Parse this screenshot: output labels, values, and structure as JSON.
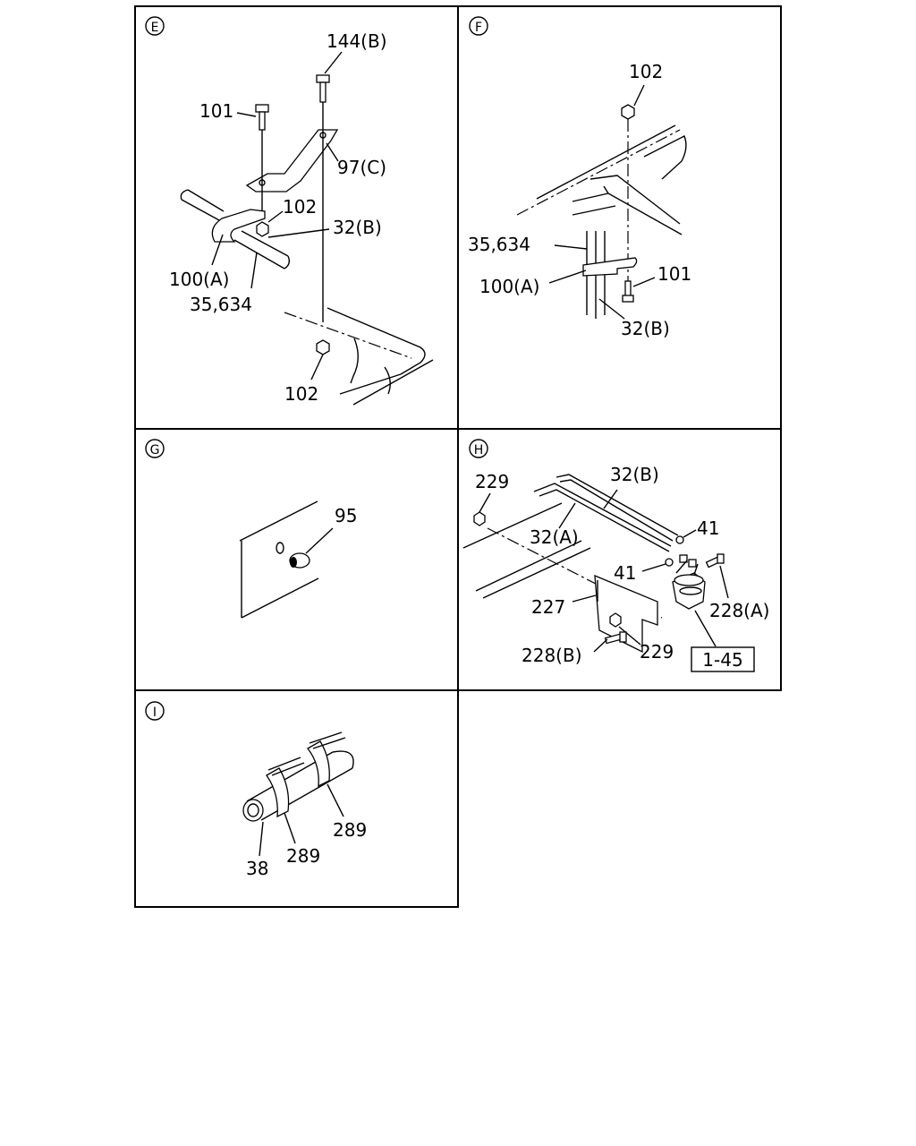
{
  "panels": {
    "E": {
      "marker": "E",
      "labels": {
        "bolt_144b": "144(B)",
        "bolt_101": "101",
        "bracket_97c": "97(C)",
        "nut_102_upper": "102",
        "clip_32b": "32(B)",
        "clamp_100a": "100(A)",
        "pipe_35_634": "35,634",
        "nut_102_lower": "102"
      }
    },
    "F": {
      "marker": "F",
      "labels": {
        "nut_102": "102",
        "pipe_35_634": "35,634",
        "clamp_100a": "100(A)",
        "bolt_101": "101",
        "clip_32b": "32(B)"
      }
    },
    "G": {
      "marker": "G",
      "labels": {
        "grommet_95": "95"
      }
    },
    "H": {
      "marker": "H",
      "labels": {
        "nut_229_left": "229",
        "pipe_32b": "32(B)",
        "pipe_32a": "32(A)",
        "washer_41_upper": "41",
        "washer_41_lower": "41",
        "bracket_227": "227",
        "bolt_228a": "228(A)",
        "bolt_228b": "228(B)",
        "nut_229_right": "229",
        "ref_box": "1-45"
      }
    },
    "I": {
      "marker": "I",
      "labels": {
        "clamp_289_right": "289",
        "hose_38": "38",
        "clamp_289_left": "289"
      }
    }
  }
}
